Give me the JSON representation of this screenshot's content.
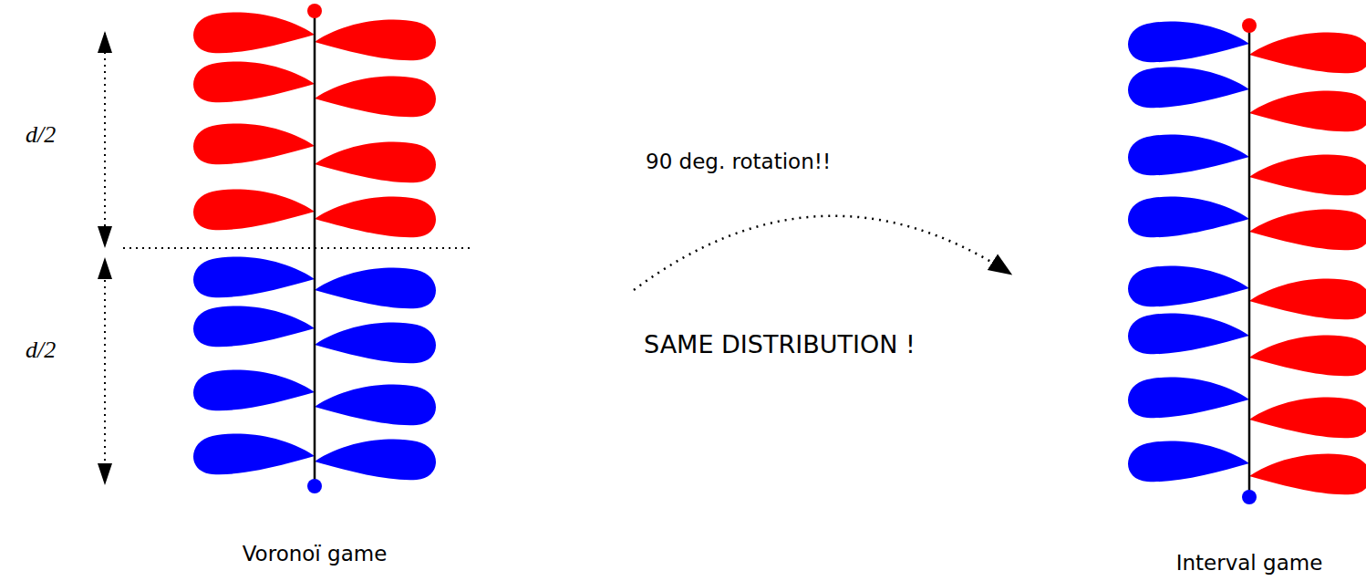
{
  "diagram": {
    "labels": [
      "d/2",
      "d/2",
      "90 deg. rotation!!",
      "SAME DISTRIBUTION !",
      "Voronoï game",
      "Interval game"
    ]
  }
}
